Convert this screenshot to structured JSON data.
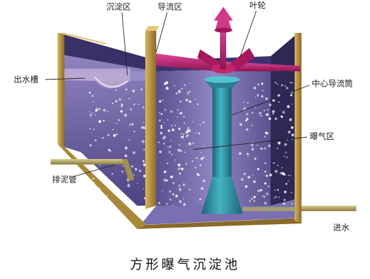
{
  "labels": {
    "settling_zone": "沉淀区",
    "guide_zone": "导流区",
    "impeller": "叶轮",
    "outlet_channel": "出水槽",
    "center_tube": "中心导流筒",
    "aeration_zone": "曝气区",
    "sludge_pipe": "排泥管",
    "inlet": "进水"
  },
  "caption": "方形曝气沉淀池",
  "colors": {
    "wall": "#c8a24a",
    "wall_dark": "#7a6028",
    "water": "#6a5c9e",
    "water_light": "#8d84c0",
    "tube": "#2f8fa0",
    "tube_dark": "#1c6676",
    "impeller": "#c0286a",
    "pipe": "#b0a062"
  }
}
